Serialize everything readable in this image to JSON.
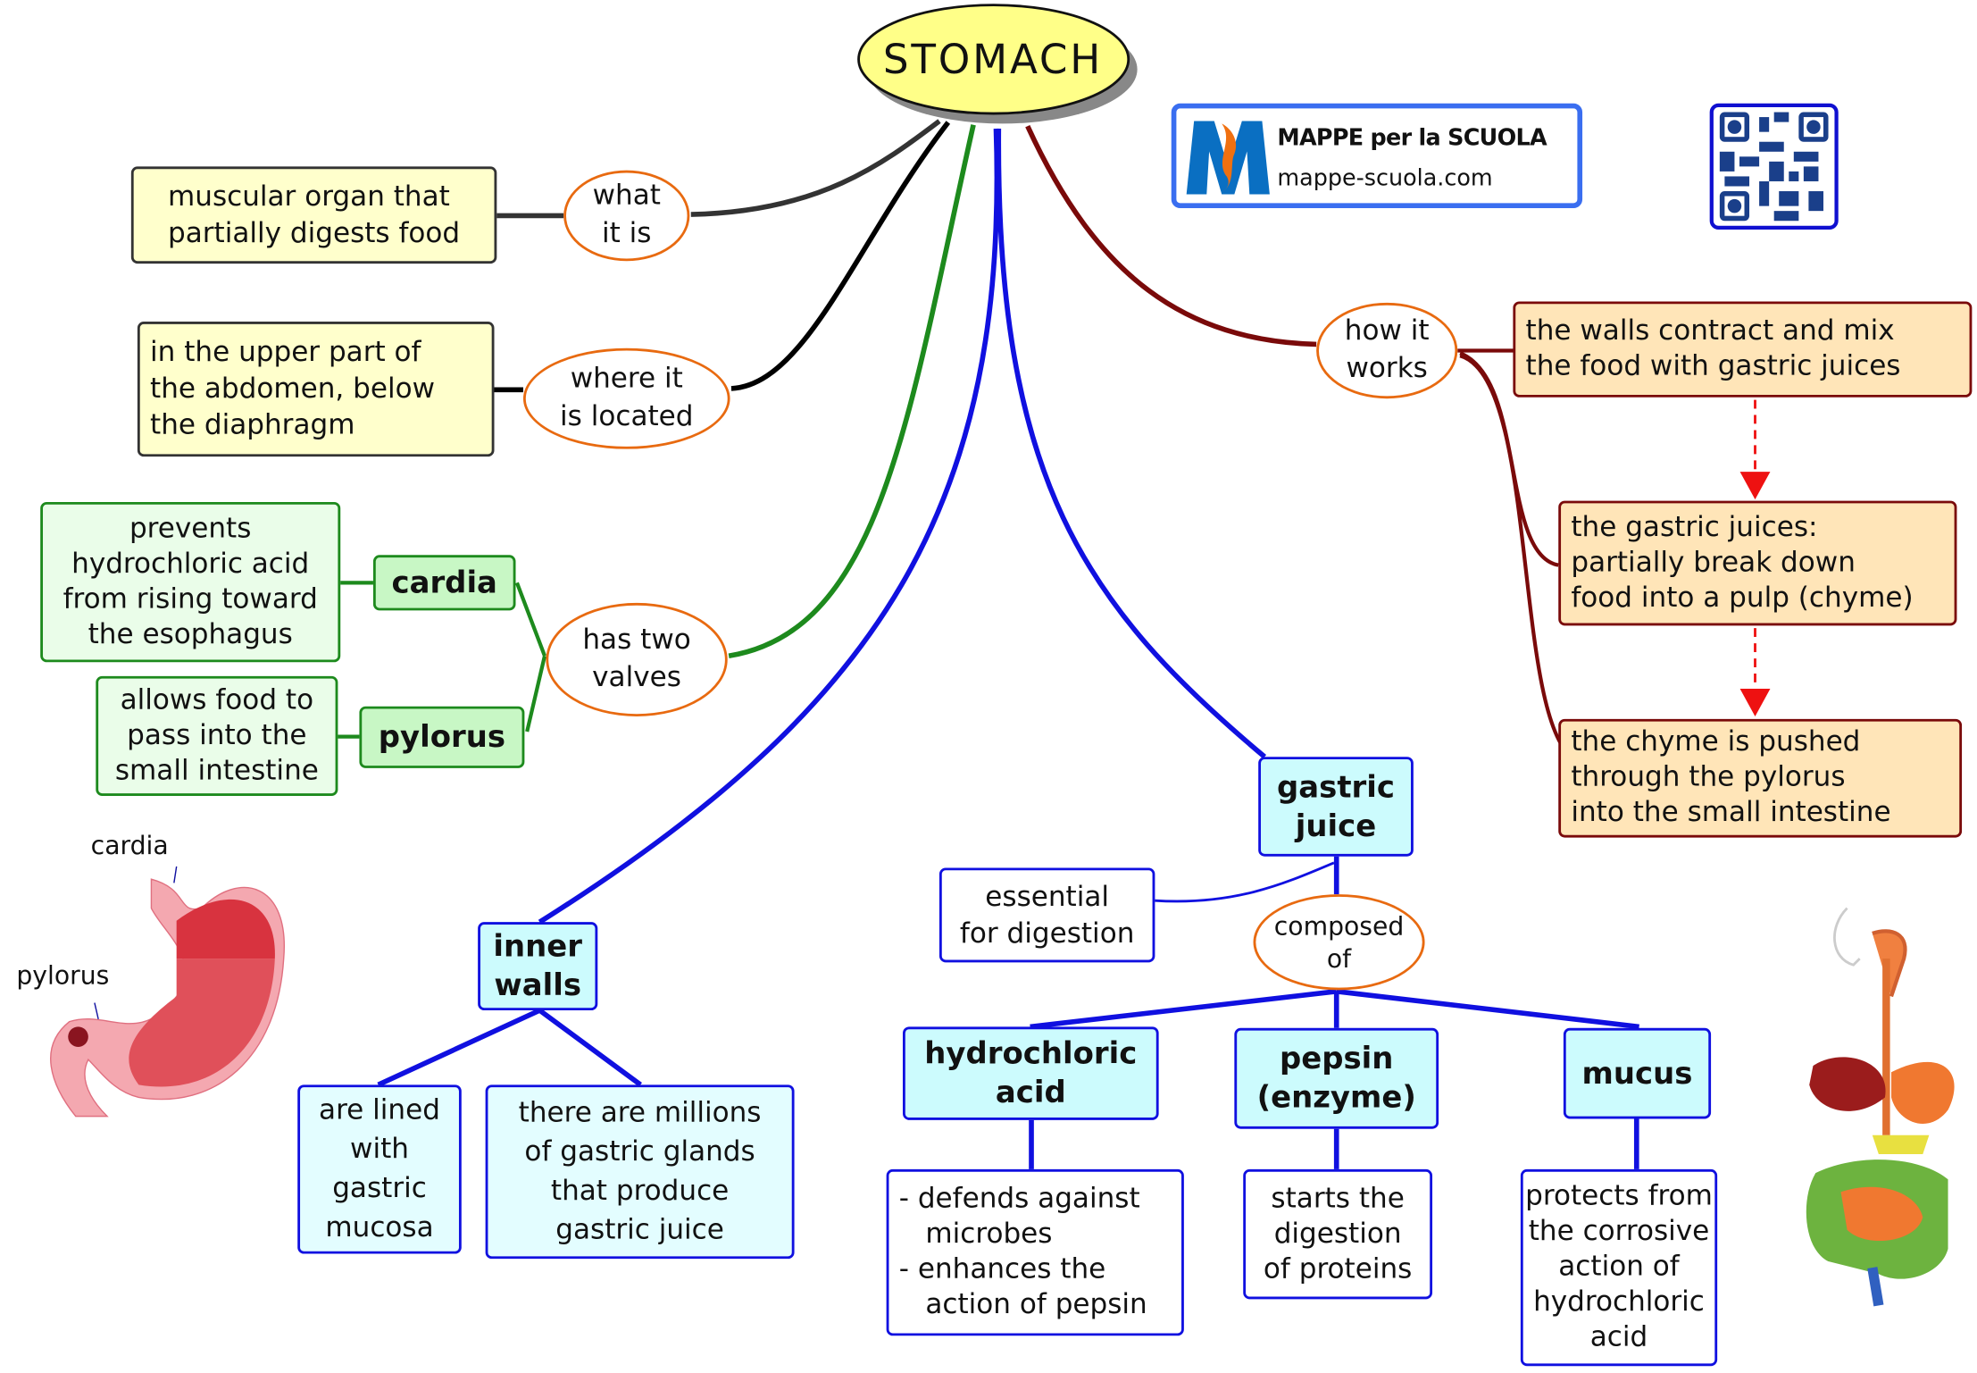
{
  "title": "STOMACH",
  "logo": {
    "brand": "MAPPE per la SCUOLA",
    "url": "mappe-scuola.com",
    "colors": {
      "blue": "#0a6fc2",
      "orange": "#f07010"
    }
  },
  "qr_icon": "qr-code",
  "what": {
    "link": "what\nit is",
    "text": "muscular organ that\npartially digests food"
  },
  "where": {
    "link": "where it\nis located",
    "text": "in the upper part of\nthe abdomen, below\nthe diaphragm"
  },
  "valves": {
    "link": "has two\nvalves",
    "cardia": "cardia",
    "cardia_text": "prevents\nhydrochloric acid\nfrom rising toward\nthe esophagus",
    "pylorus": "pylorus",
    "pylorus_text": "allows food to\npass into the\nsmall intestine"
  },
  "image_labels": {
    "cardia": "cardia",
    "pylorus": "pylorus"
  },
  "inner": {
    "title": "inner\nwalls",
    "a": "are lined\nwith\ngastric\nmucosa",
    "b": "there are millions\nof gastric glands\nthat produce\ngastric juice"
  },
  "juice": {
    "title": "gastric\njuice",
    "essential": "essential\nfor digestion",
    "composed": "composed\nof",
    "hcl": "hydrochloric\nacid",
    "hcl_text": "- defends against\n   microbes\n- enhances the\n   action of pepsin",
    "pepsin": "pepsin\n(enzyme)",
    "pepsin_text": "starts the\ndigestion\nof proteins",
    "mucus": "mucus",
    "mucus_text": "protects from\nthe corrosive\naction of\nhydrochloric\nacid"
  },
  "how": {
    "link": "how it\nworks",
    "s1": "the walls contract and mix\nthe food with gastric juices",
    "s2": "the gastric juices:\npartially break down\nfood into a pulp (chyme)",
    "s3": "the chyme is pushed\nthrough the pylorus\ninto the small intestine"
  },
  "colors": {
    "title_fill": "#ffff88",
    "what": "#333333",
    "where": "#000000",
    "valves": "#1d8a1d",
    "inner": "#1010e0",
    "how": "#7a0a0a",
    "arrow": "#ee1111"
  }
}
